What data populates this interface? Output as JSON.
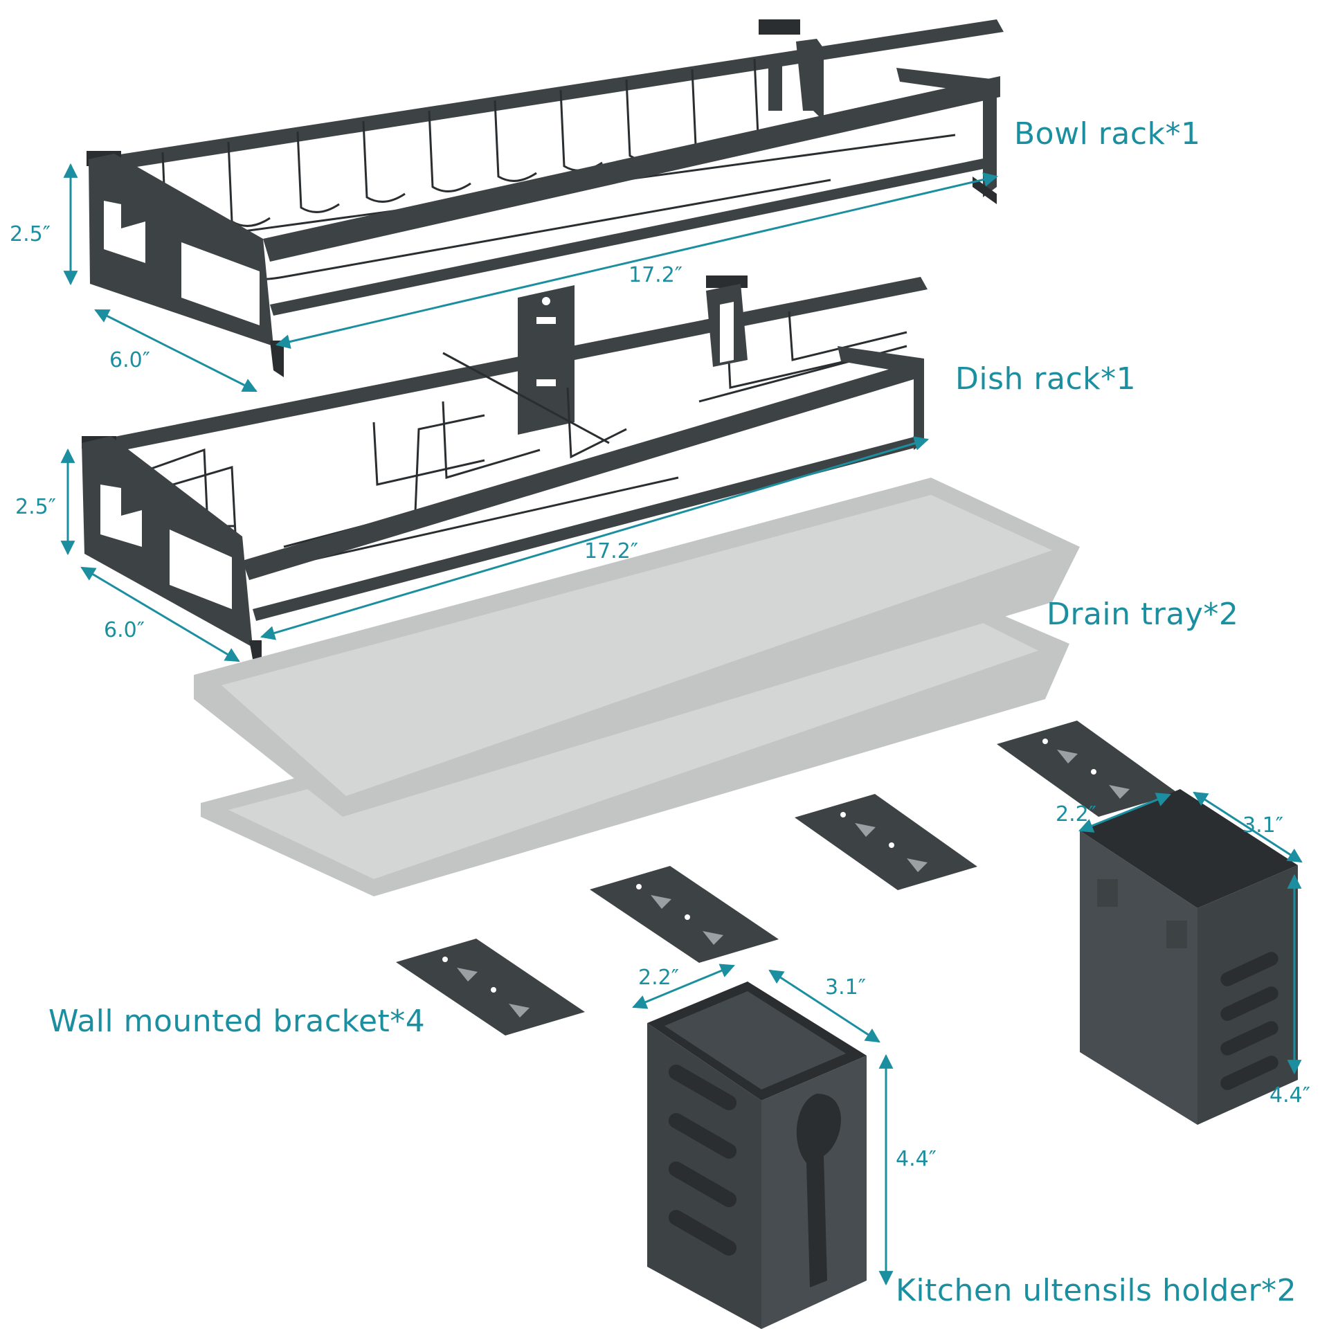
{
  "colors": {
    "accent": "#1b8fa0",
    "metal": "#3d4245",
    "metal_dark": "#2a2e30",
    "tray": "#c3c5c4",
    "tray_light": "#d4d6d5"
  },
  "labels": {
    "bowl_rack": "Bowl rack*1",
    "dish_rack": "Dish rack*1",
    "drain_tray": "Drain tray*2",
    "bracket": "Wall mounted bracket*4",
    "utensil_holder": "Kitchen ultensils holder*2"
  },
  "dimensions": {
    "bowl_height": "2.5″",
    "bowl_length": "17.2″",
    "bowl_depth": "6.0″",
    "dish_height": "2.5″",
    "dish_length": "17.2″",
    "dish_depth": "6.0″",
    "holder1_width": "2.2″",
    "holder1_depth": "3.1″",
    "holder1_height": "4.4″",
    "holder2_width": "2.2″",
    "holder2_depth": "3.1″",
    "holder2_height": "4.4″"
  }
}
